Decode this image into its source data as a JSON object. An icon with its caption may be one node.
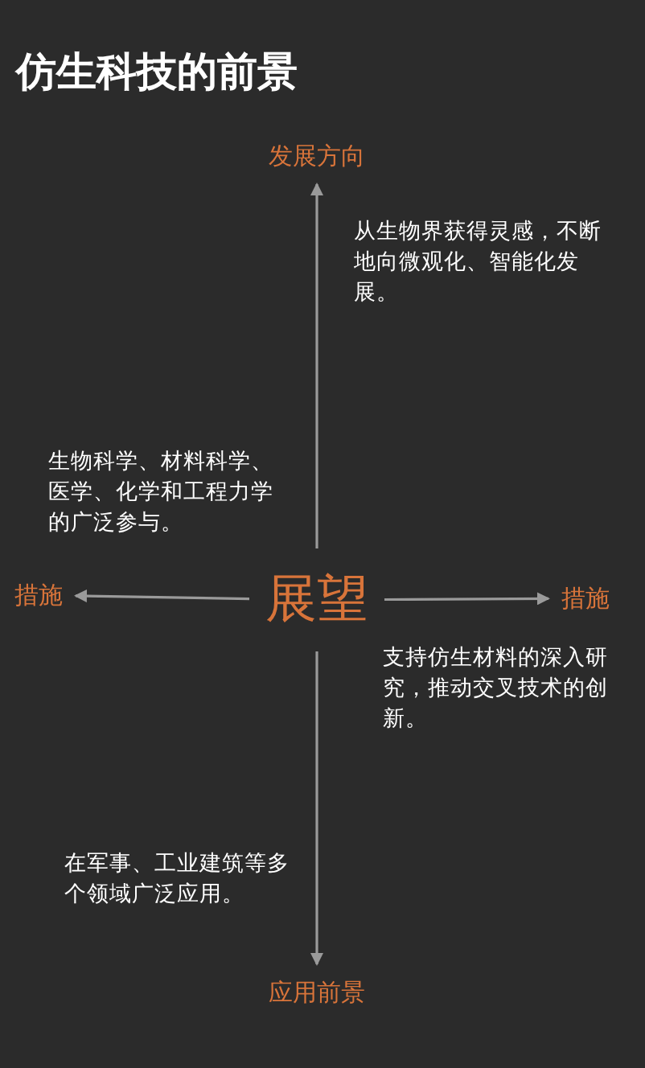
{
  "diagram": {
    "title": "仿生科技的前景",
    "nodes": [
      {
        "text": [
          "展望"
        ]
      },
      {
        "text": [
          "发展方向"
        ]
      },
      {
        "text": [
          "措施"
        ]
      },
      {
        "text": [
          "措施"
        ]
      },
      {
        "text": [
          "应用前景"
        ]
      }
    ],
    "edges": [
      {
        "from": 0,
        "to": 1,
        "arrow": "to"
      },
      {
        "from": 0,
        "to": 2,
        "arrow": "to"
      },
      {
        "from": 0,
        "to": 3,
        "arrow": "to"
      },
      {
        "from": 0,
        "to": 4,
        "arrow": "to"
      }
    ],
    "labels": [
      "从生物界获得灵感，不断地向微观化、智能化发展。",
      "生物科学、材料科学、医学、化学和工程力学的广泛参与。",
      "支持仿生材料的深入研究，推动交叉技术的创新。",
      "在军事、工业建筑等多个领域广泛应用。"
    ]
  }
}
